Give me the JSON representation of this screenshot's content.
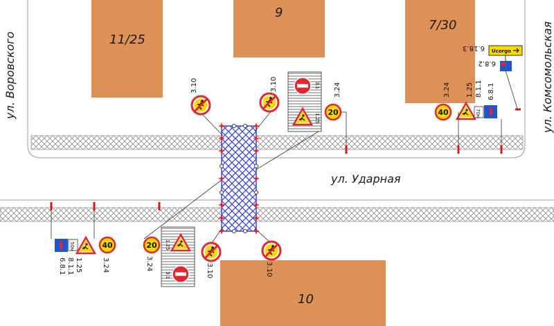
{
  "colors": {
    "building": "#dd9156",
    "pit_fill": "#3b46d0",
    "sign_red": "#e3262c",
    "sign_yellow": "#ffd800",
    "sidewalk_hatch": "#8a8a8a",
    "post": "#d11a1a"
  },
  "streets": {
    "udarnaya": "ул. Ударная",
    "vorovskogo": "ул. Воровского",
    "komsomolskaya": "ул. Комсомольская"
  },
  "buildings": [
    {
      "id": "11-25",
      "label": "11/25"
    },
    {
      "id": "9",
      "label": "9"
    },
    {
      "id": "7-30",
      "label": "7/30"
    },
    {
      "id": "10",
      "label": "10"
    }
  ],
  "signs": {
    "s310_a": "3.10",
    "s310_b": "3.10",
    "s310_c": "3.10",
    "s310_d": "3.10",
    "s324_a": "3.24",
    "s324_b": "3.24",
    "s324_c": "3.24",
    "s324_d": "3.24",
    "s125_a": "1.25",
    "s125_b": "1.25",
    "s811_a": "8.1.1",
    "s811_b": "8.1.1",
    "s681_a": "6.8.1",
    "s681_b": "6.8.1",
    "s682": "6.8.2",
    "s6183": "6.18.3",
    "s31_a": "3.1",
    "s31_b": "3.1",
    "s125_barrier_a": "1.25",
    "s125_barrier_b": "1.25",
    "speed40_a": "40",
    "speed40_b": "40",
    "speed20_a": "20",
    "speed20_b": "20",
    "dist_70m": "70м",
    "dist_50m": "50м",
    "detour": "Ucorgo"
  }
}
